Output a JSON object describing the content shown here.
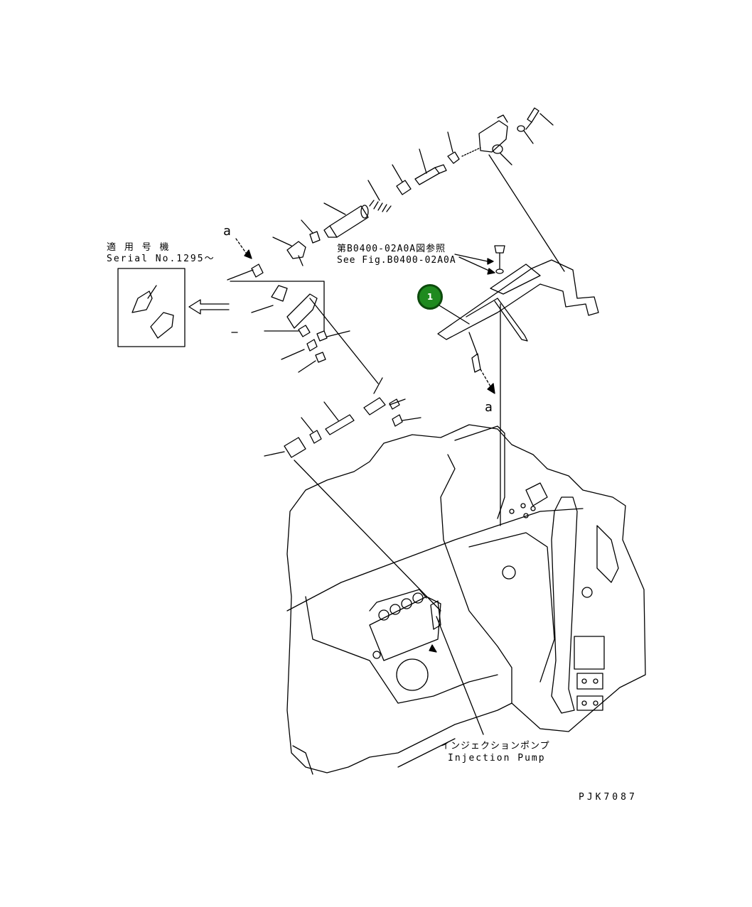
{
  "labels": {
    "serial_jp": "適 用 号 機",
    "serial_en": "Serial No.1295～",
    "ref_jp": "第B0400-02A0A図参照",
    "ref_en": "See Fig.B0400-02A0A",
    "view_a_top": "a",
    "view_a_mid": "a",
    "pump_jp": "インジェクションポンプ",
    "pump_en": "Injection Pump",
    "drawing_no": "PJK7087"
  },
  "callouts": [
    {
      "number": "1"
    }
  ],
  "colors": {
    "line": "#000000",
    "callout_fill": "#1f8a1f",
    "callout_border": "#0c4a0c"
  }
}
